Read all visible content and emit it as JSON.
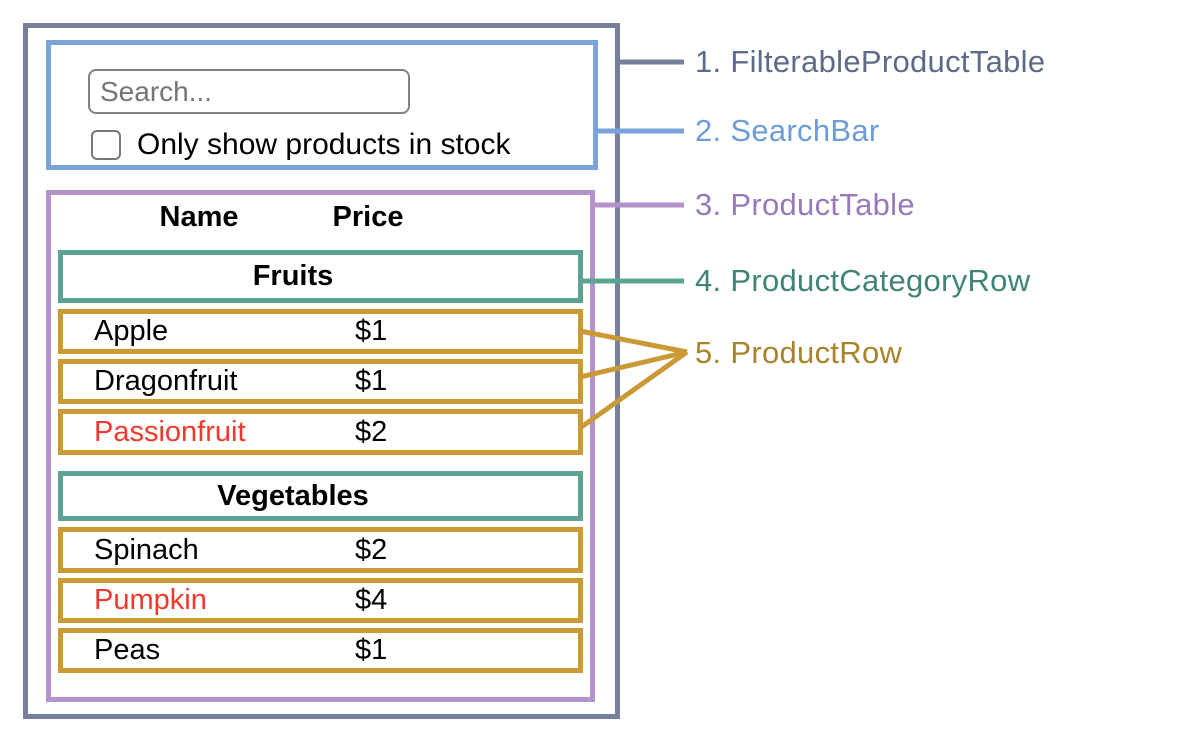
{
  "colors": {
    "outline": "#76809a",
    "searchbar": "#7aa3da",
    "table": "#b493cb",
    "category": "#5ca392",
    "row": "#c99a35",
    "label1": "#5c6b87",
    "label2": "#6c9dd8",
    "label3": "#9879ba",
    "label4": "#3f8476",
    "label5": "#a9832c",
    "outofstock": "#f0382c"
  },
  "search_bar": {
    "placeholder": "Search...",
    "checkbox_label": "Only show products in stock",
    "checkbox_checked": false
  },
  "product_table": {
    "headers": {
      "name": "Name",
      "price": "Price"
    },
    "sections": [
      {
        "category": "Fruits",
        "rows": [
          {
            "name": "Apple",
            "price": "$1",
            "in_stock": true
          },
          {
            "name": "Dragonfruit",
            "price": "$1",
            "in_stock": true
          },
          {
            "name": "Passionfruit",
            "price": "$2",
            "in_stock": false
          }
        ]
      },
      {
        "category": "Vegetables",
        "rows": [
          {
            "name": "Spinach",
            "price": "$2",
            "in_stock": true
          },
          {
            "name": "Pumpkin",
            "price": "$4",
            "in_stock": false
          },
          {
            "name": "Peas",
            "price": "$1",
            "in_stock": true
          }
        ]
      }
    ]
  },
  "legend": [
    {
      "text": "1. FilterableProductTable"
    },
    {
      "text": "2. SearchBar"
    },
    {
      "text": "3. ProductTable"
    },
    {
      "text": "4. ProductCategoryRow"
    },
    {
      "text": "5. ProductRow"
    }
  ]
}
